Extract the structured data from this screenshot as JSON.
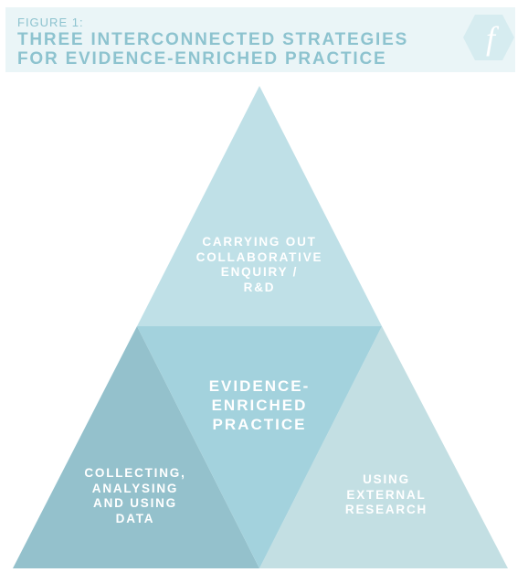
{
  "header": {
    "figure_label": "FIGURE 1:",
    "title_lines": [
      "THREE INTERCONNECTED STRATEGIES",
      "FOR EVIDENCE-ENRICHED PRACTICE"
    ],
    "logo_letter": "f"
  },
  "diagram": {
    "top_triangle": {
      "lines": [
        "CARRYING OUT",
        "COLLABORATIVE",
        "ENQUIRY /",
        "R&D"
      ]
    },
    "center_triangle": {
      "lines": [
        "EVIDENCE-",
        "ENRICHED",
        "PRACTICE"
      ]
    },
    "left_triangle": {
      "lines": [
        "COLLECTING,",
        "ANALYSING",
        "AND USING",
        "DATA"
      ]
    },
    "right_triangle": {
      "lines": [
        "USING",
        "EXTERNAL",
        "RESEARCH"
      ]
    }
  },
  "colors": {
    "header_bg": "#eaf5f7",
    "header_text": "#8dc3cf",
    "top_triangle": "#bfe0e7",
    "center_triangle": "#a3d2dd",
    "left_triangle": "#94c1cc",
    "right_triangle": "#c3dfe3"
  }
}
